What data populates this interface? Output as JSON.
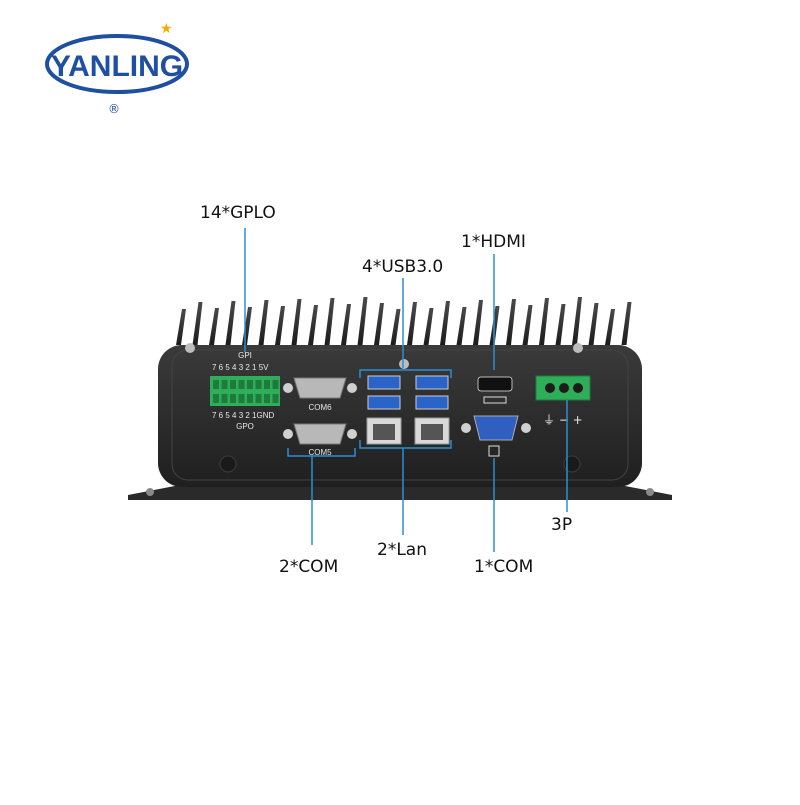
{
  "brand": {
    "logo_text": "YANLING",
    "registered_mark": "®",
    "logo_color": "#1e4fa3",
    "star_color": "#f2a900"
  },
  "device": {
    "body_color": "#2b2b2b",
    "connector_green": "#2fae5a",
    "usb_blue": "#2a64c8",
    "vga_blue": "#2f5fc0",
    "panel_labels": {
      "gpi": "GPI",
      "gpi_pins": "7 6 5 4 3 2 1 5V",
      "gpo_pins": "7 6 5 4 3 2 1GND",
      "gpo": "GPO",
      "com6": "COM6",
      "com5": "COM5",
      "power_symbol": "⏚ − +"
    }
  },
  "callouts": {
    "color": "#2a8fd6",
    "gpio": "14*GPLO",
    "usb": "4*USB3.0",
    "hdmi": "1*HDMI",
    "power": "3P",
    "com2": "2*COM",
    "lan": "2*Lan",
    "com1": "1*COM"
  }
}
